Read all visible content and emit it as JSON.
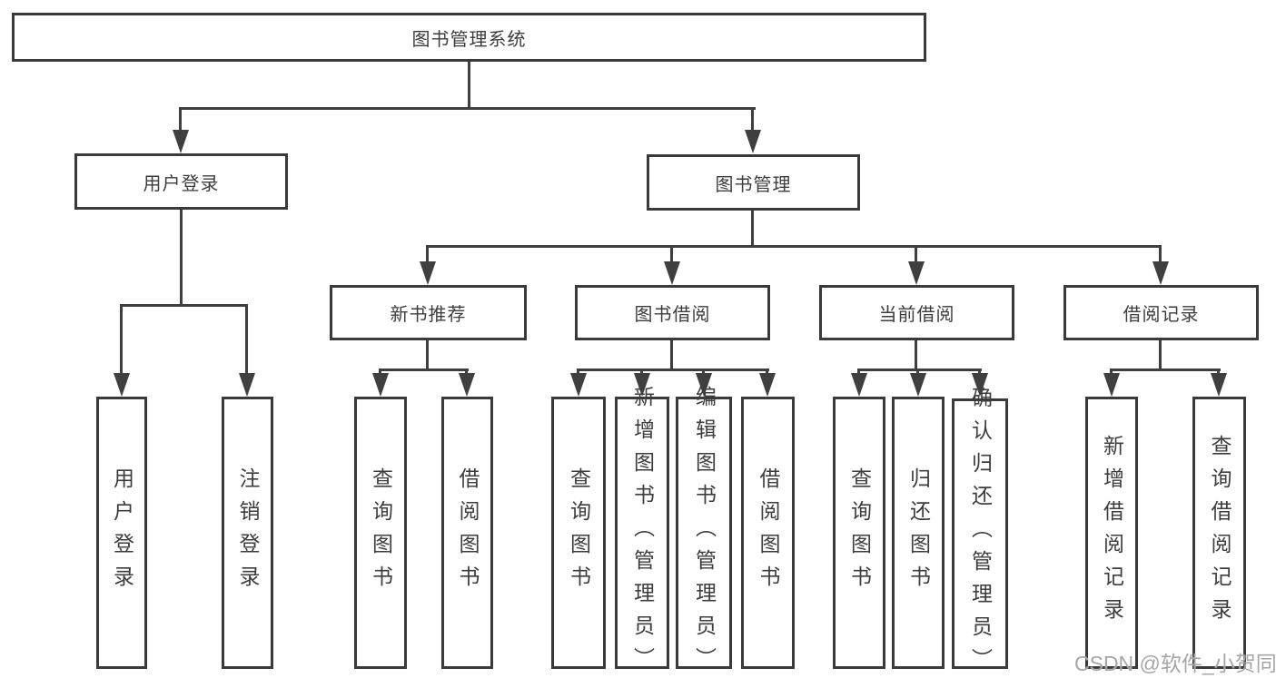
{
  "diagram": {
    "title": "图书管理系统",
    "watermark": "CSDN @软件_小贺同学",
    "colors": {
      "line": "#3f3f3f",
      "box_border": "#3a3a3a",
      "box_fill": "#ffffff",
      "text": "#3d3d3d",
      "watermark": "#9e9e9e"
    },
    "nodes": {
      "root": {
        "label": "图书管理系统"
      },
      "user_login": {
        "label": "用户登录"
      },
      "book_mgmt": {
        "label": "图书管理"
      },
      "new_book_rec": {
        "label": "新书推荐"
      },
      "book_borrow": {
        "label": "图书借阅"
      },
      "current_borrow": {
        "label": "当前借阅"
      },
      "borrow_records": {
        "label": "借阅记录"
      },
      "leaf_user_login": {
        "label": "用户登录"
      },
      "leaf_logout": {
        "label": "注销登录"
      },
      "leaf_nbr_query": {
        "label": "查询图书"
      },
      "leaf_nbr_borrow": {
        "label": "借阅图书"
      },
      "leaf_bb_query": {
        "label": "查询图书"
      },
      "leaf_bb_add": {
        "label": "新增图书（管理员）"
      },
      "leaf_bb_edit": {
        "label": "编辑图书（管理员）"
      },
      "leaf_bb_borrow": {
        "label": "借阅图书"
      },
      "leaf_cb_query": {
        "label": "查询图书"
      },
      "leaf_cb_return": {
        "label": "归还图书"
      },
      "leaf_cb_confirm": {
        "label": "确认归还（管理员）"
      },
      "leaf_br_add": {
        "label": "新增借阅记录"
      },
      "leaf_br_query": {
        "label": "查询借阅记录"
      }
    },
    "edges": [
      "root->user_login",
      "root->book_mgmt",
      "user_login->leaf_user_login",
      "user_login->leaf_logout",
      "book_mgmt->new_book_rec",
      "book_mgmt->book_borrow",
      "book_mgmt->current_borrow",
      "book_mgmt->borrow_records",
      "new_book_rec->leaf_nbr_query",
      "new_book_rec->leaf_nbr_borrow",
      "book_borrow->leaf_bb_query",
      "book_borrow->leaf_bb_add",
      "book_borrow->leaf_bb_edit",
      "book_borrow->leaf_bb_borrow",
      "current_borrow->leaf_cb_query",
      "current_borrow->leaf_cb_return",
      "current_borrow->leaf_cb_confirm",
      "borrow_records->leaf_br_add",
      "borrow_records->leaf_br_query"
    ]
  }
}
